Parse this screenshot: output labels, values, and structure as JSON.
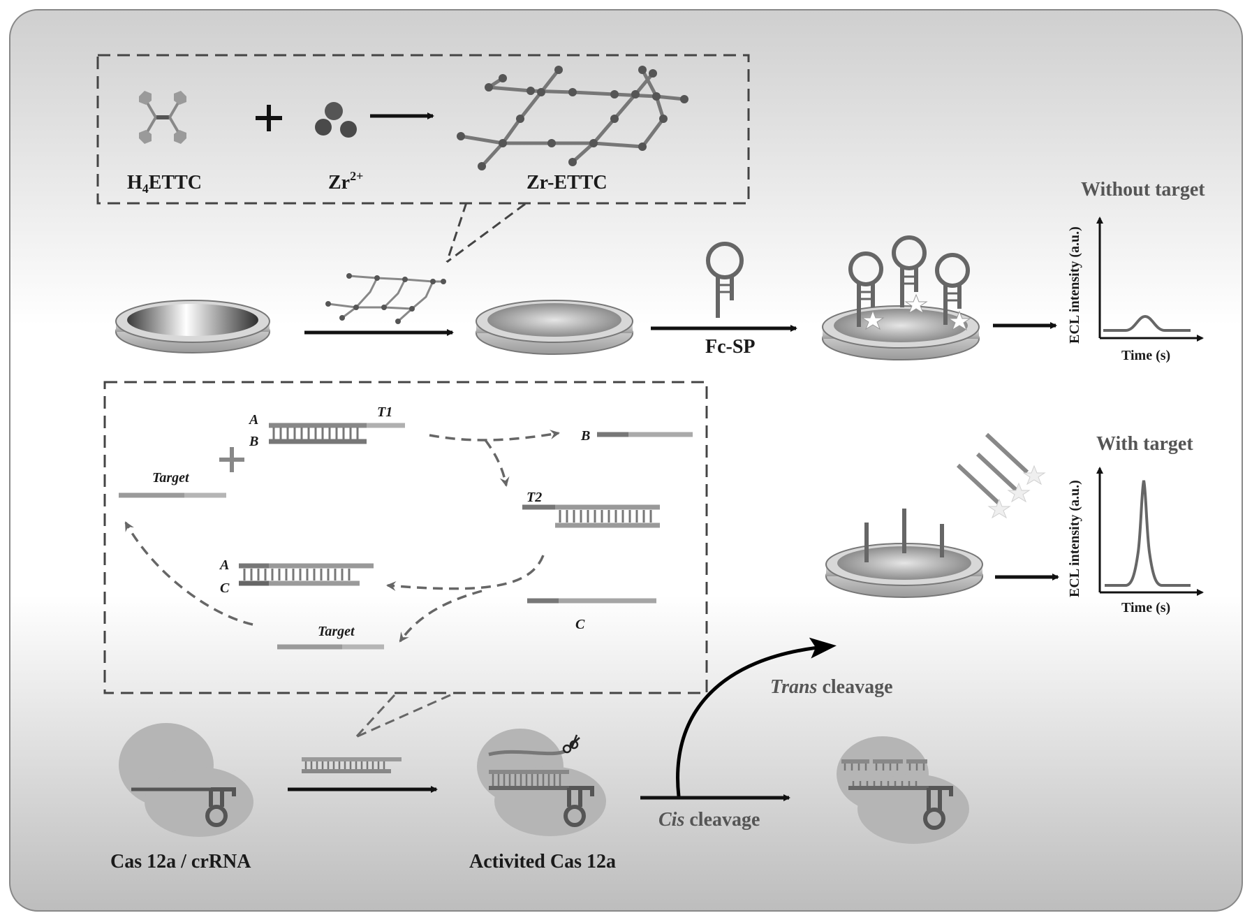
{
  "labels": {
    "ligand": "H",
    "ligand_sub": "4",
    "ligand_rest": "ETTC",
    "metal": "Zr",
    "metal_sup": "2+",
    "mof": "Zr-ETTC",
    "probe": "Fc-SP",
    "cas_complex": "Cas 12a / crRNA",
    "activated_cas": "Activited Cas 12a",
    "trans_italic": "Trans",
    "trans_rest": " cleavage",
    "cis_italic": "Cis",
    "cis_rest": " cleavage"
  },
  "strands": {
    "A": "A",
    "B": "B",
    "C": "C",
    "T1": "T1",
    "T2": "T2",
    "target": "Target"
  },
  "plots": {
    "without": {
      "title": "Without target",
      "ylabel": "ECL intensity (a.u.)",
      "xlabel": "Time (s)",
      "peak": "low"
    },
    "with": {
      "title": "With target",
      "ylabel": "ECL intensity (a.u.)",
      "xlabel": "Time (s)",
      "peak": "high"
    }
  },
  "icons": [
    "plus-icon",
    "scissors-icon",
    "star-icon",
    "hairpin-probe-icon",
    "electrode-icon"
  ]
}
